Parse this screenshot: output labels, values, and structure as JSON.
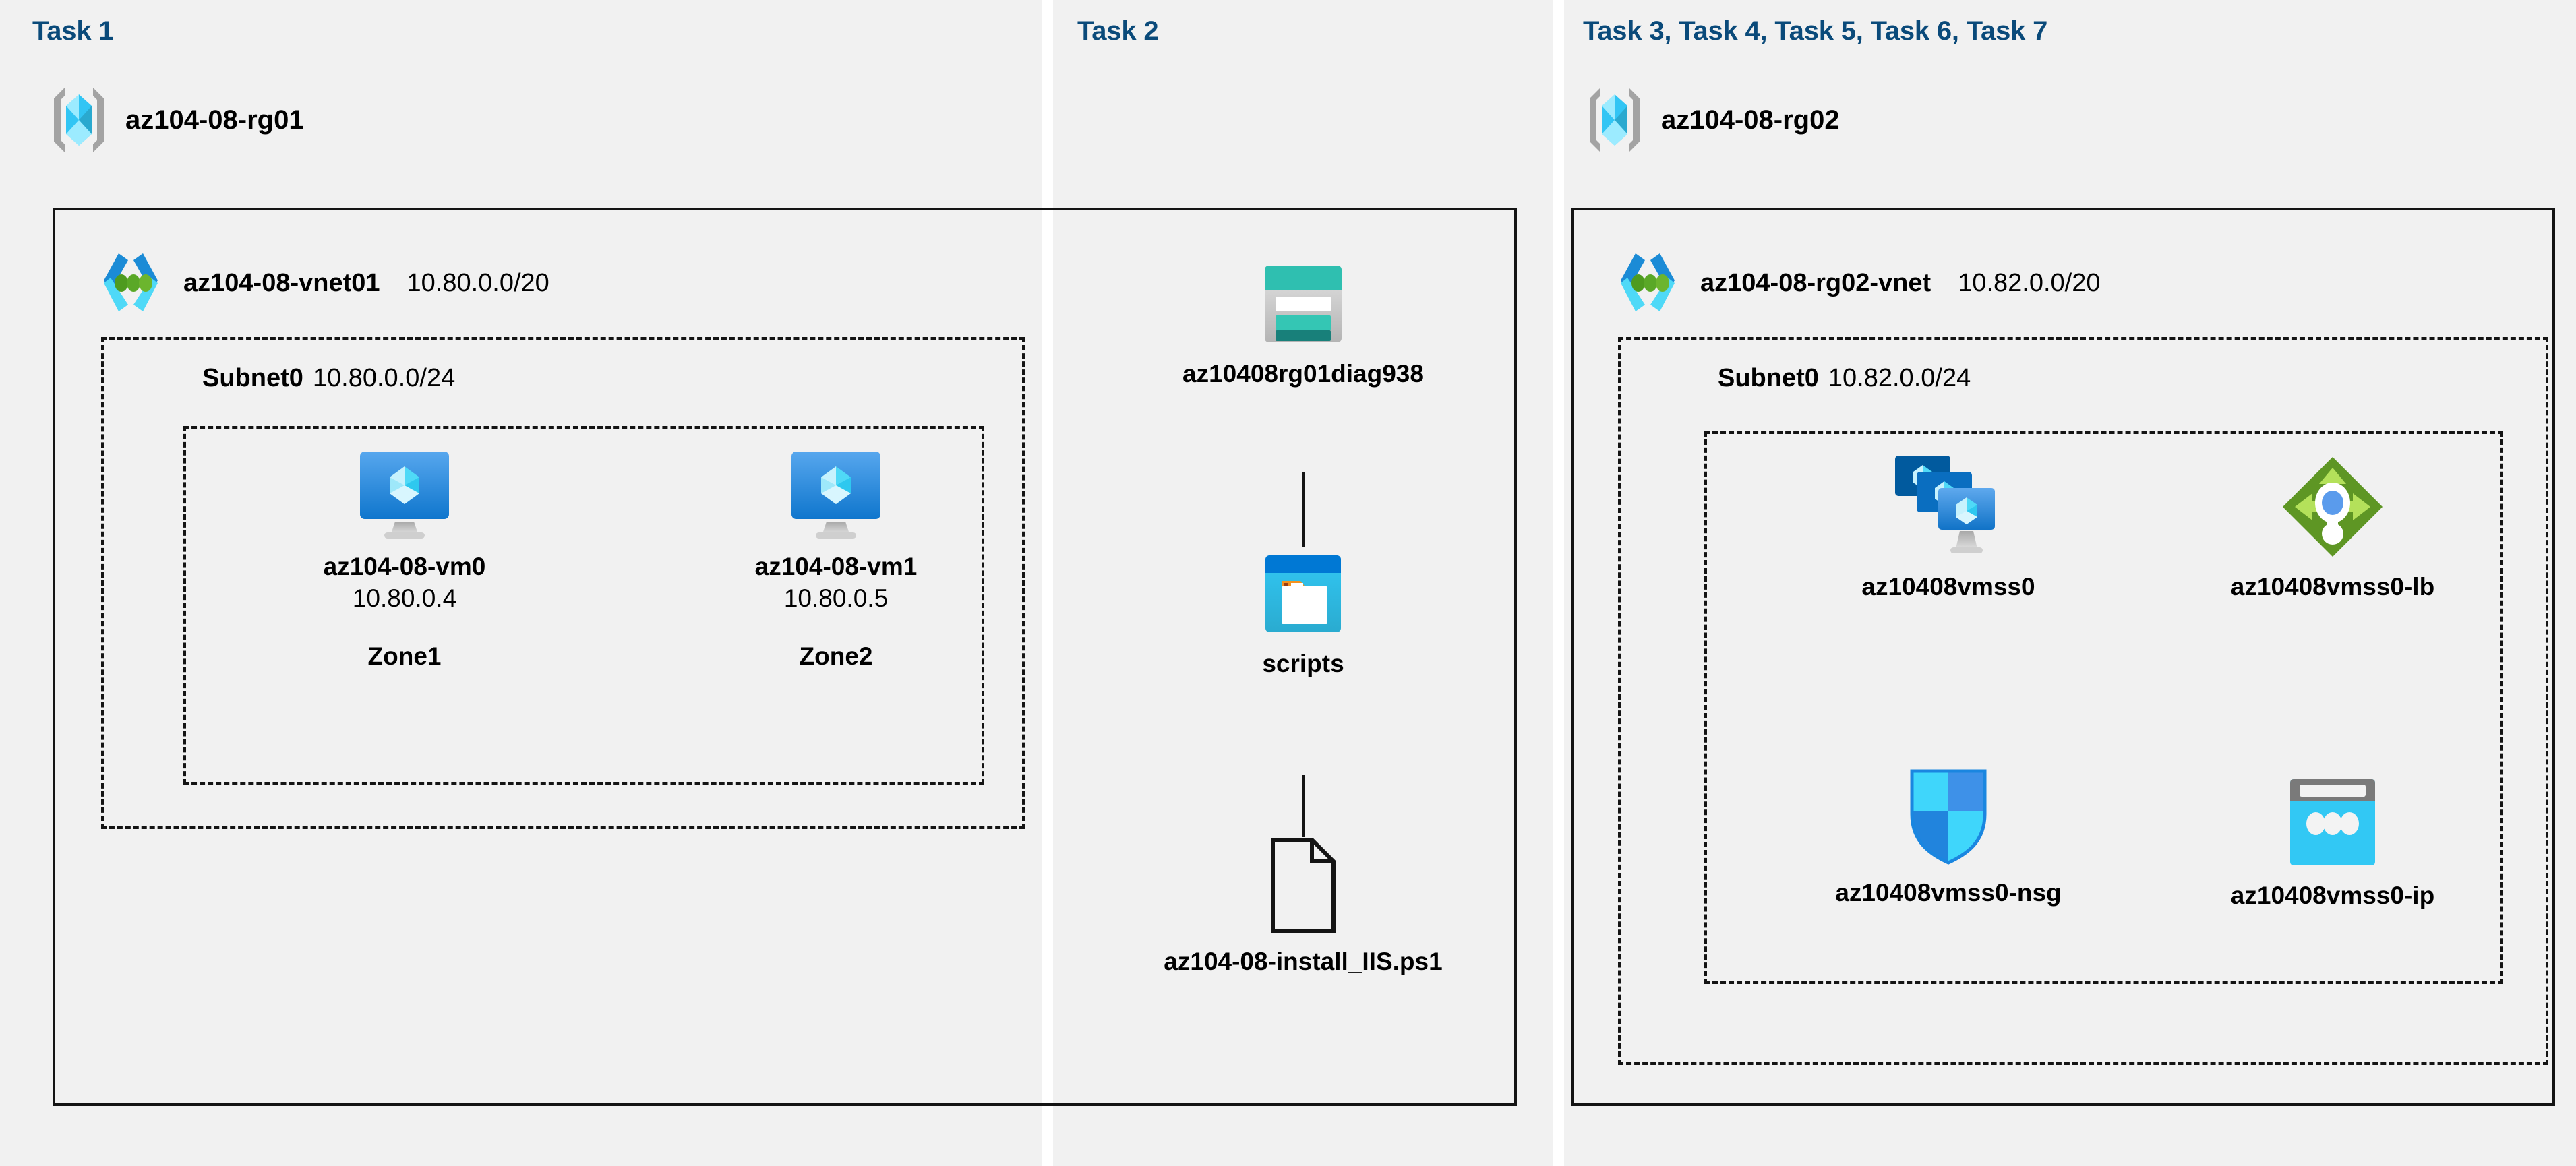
{
  "diagram": {
    "title": "Azure AZ-104 Lab 08 architecture",
    "background": "#ffffff",
    "panel_background": "#f1f1f1",
    "task_title_color": "#0a4a7a",
    "border_color": "#141414"
  },
  "tasks": {
    "task1": {
      "title": "Task 1"
    },
    "task2": {
      "title": "Task 2"
    },
    "task3": {
      "title": "Task 3, Task 4, Task 5, Task 6, Task 7"
    }
  },
  "resource_groups": [
    {
      "name": "az104-08-rg01",
      "icon": "resource-group-icon"
    },
    {
      "name": "az104-08-rg02",
      "icon": "resource-group-icon"
    }
  ],
  "vnets": [
    {
      "name": "az104-08-vnet01",
      "cidr": "10.80.0.0/20",
      "icon": "virtual-network-icon"
    },
    {
      "name": "az104-08-rg02-vnet",
      "cidr": "10.82.0.0/20",
      "icon": "virtual-network-icon"
    }
  ],
  "subnets": [
    {
      "name": "Subnet0",
      "cidr": "10.80.0.0/24"
    },
    {
      "name": "Subnet0",
      "cidr": "10.82.0.0/24"
    }
  ],
  "nodes": {
    "vm0": {
      "name": "az104-08-vm0",
      "ip": "10.80.0.4",
      "zone": "Zone1",
      "icon": "virtual-machine-icon"
    },
    "vm1": {
      "name": "az104-08-vm1",
      "ip": "10.80.0.5",
      "zone": "Zone2",
      "icon": "virtual-machine-icon"
    },
    "storage": {
      "name": "az10408rg01diag938",
      "icon": "storage-account-icon"
    },
    "scripts": {
      "name": "scripts",
      "icon": "blob-container-icon"
    },
    "ps1": {
      "name": "az104-08-install_IIS.ps1",
      "icon": "file-document-icon"
    },
    "vmss": {
      "name": "az10408vmss0",
      "icon": "vm-scale-set-icon"
    },
    "lb": {
      "name": "az10408vmss0-lb",
      "icon": "load-balancer-icon"
    },
    "nsg": {
      "name": "az10408vmss0-nsg",
      "icon": "network-security-group-icon"
    },
    "ip": {
      "name": "az10408vmss0-ip",
      "icon": "public-ip-address-icon"
    }
  },
  "colors": {
    "azure_blue": "#0078d4",
    "cyan": "#32c5f4",
    "light_cyan": "#9cebff",
    "teal": "#2fbfb0",
    "dark_teal": "#18807a",
    "green": "#5e9624",
    "light_green": "#b4e15a",
    "grey": "#7a7a7a"
  }
}
